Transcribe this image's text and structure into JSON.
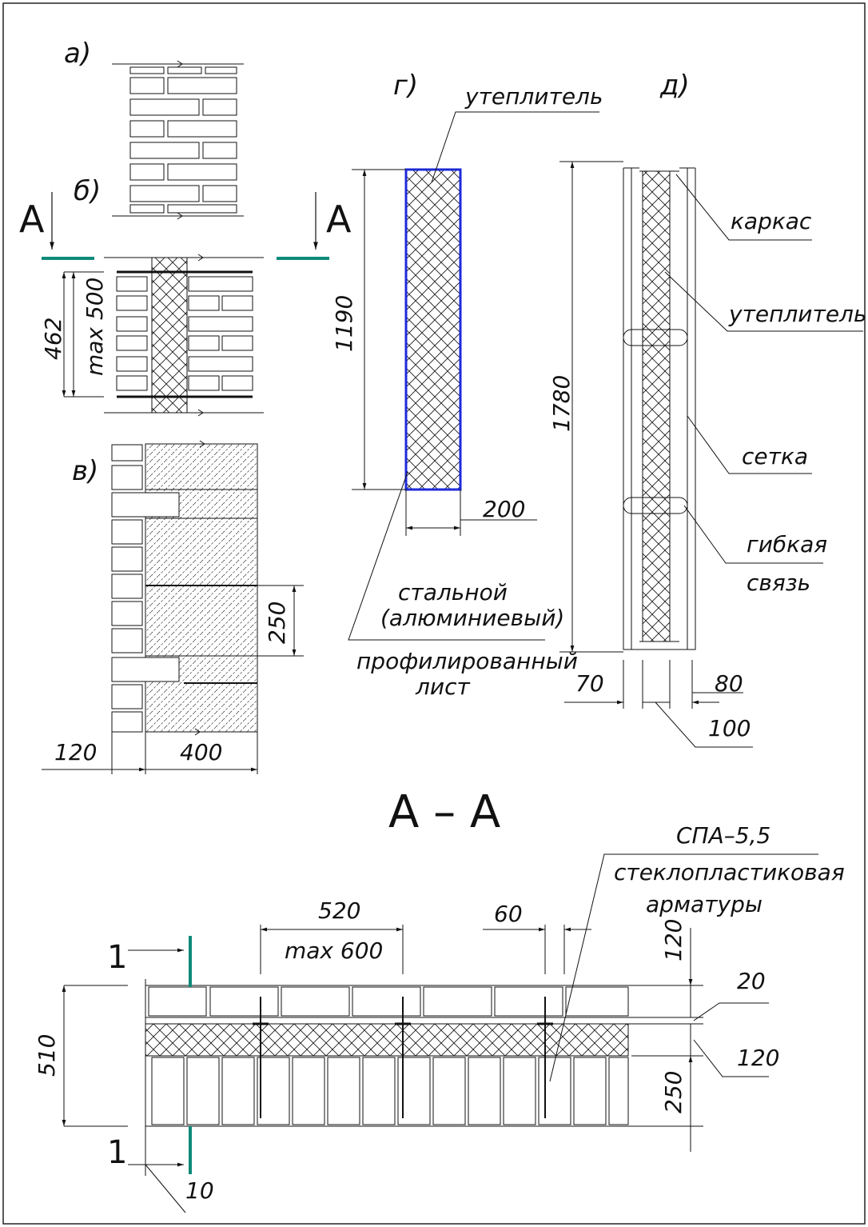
{
  "labels": {
    "a": "а)",
    "b": "б)",
    "v": "в)",
    "g": "г)",
    "d": "д)"
  },
  "section_marker": {
    "left": "А",
    "right": "А"
  },
  "section_title": "А – А",
  "section_lines": {
    "top": "1",
    "bottom": "1"
  },
  "callouts": {
    "insulation_g": "утеплитель",
    "frame": "каркас",
    "insulation_d": "утеплитель",
    "mesh": "сетка",
    "flex_link_1": "гибкая",
    "flex_link_2": "связь",
    "sheet_1": "стальной",
    "sheet_2": "(алюминиевый)",
    "sheet_3": "профилированный",
    "sheet_4": "лист",
    "spa": "СПА–5,5",
    "rebar_1": "стеклопластиковая",
    "rebar_2": "арматуры"
  },
  "dimensions": {
    "b_462": "462",
    "b_max500": "max 500",
    "v_250": "250",
    "v_120": "120",
    "v_400": "400",
    "g_1190": "1190",
    "g_200": "200",
    "d_1780": "1780",
    "d_70": "70",
    "d_80": "80",
    "d_100": "100",
    "aa_520": "520",
    "aa_max600": "max 600",
    "aa_60": "60",
    "aa_120_top": "120",
    "aa_20": "20",
    "aa_120_mid": "120",
    "aa_250": "250",
    "aa_510": "510",
    "aa_10": "10"
  },
  "colors": {
    "line": "#111111",
    "teal_marker": "#0f8a7a",
    "panel_outline": "#1c2ad8"
  }
}
